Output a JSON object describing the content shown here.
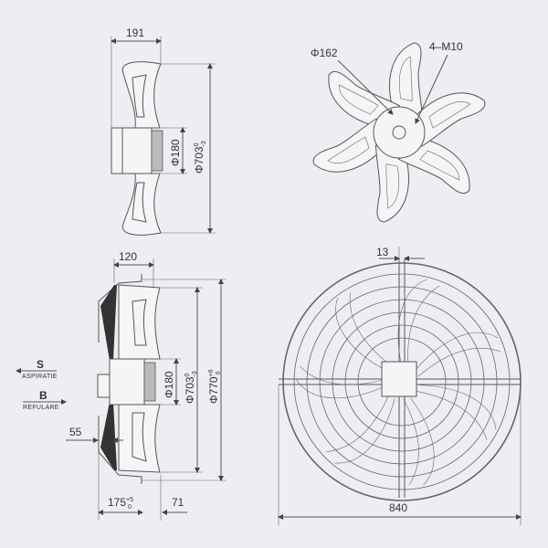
{
  "side_view_top": {
    "width_label": "191",
    "hub_dia_label": "Φ180",
    "blade_dia_label": "Φ703",
    "blade_dia_tol_upper": "0",
    "blade_dia_tol_lower": "-3"
  },
  "front_view_impeller": {
    "hub_pcd_label": "Φ162",
    "bolts_label": "4–M10"
  },
  "side_view_bottom": {
    "depth_label": "120",
    "hub_dia_label": "Φ180",
    "blade_dia_label": "Φ703",
    "blade_dia_tol_upper": "0",
    "blade_dia_tol_lower": "-3",
    "guard_dia_label": "Φ770",
    "guard_dia_tol_upper": "+6",
    "guard_dia_tol_lower": "0",
    "offset_label": "55",
    "length_label": "175",
    "length_tol_upper": "+5",
    "length_tol_lower": "0",
    "motor_label": "71"
  },
  "legend": {
    "suction_letter": "S",
    "suction_text": "ASPIRATIE",
    "discharge_letter": "B",
    "discharge_text": "REFULARE"
  },
  "front_view_guard": {
    "bracket_label": "13",
    "overall_width_label": "840"
  }
}
